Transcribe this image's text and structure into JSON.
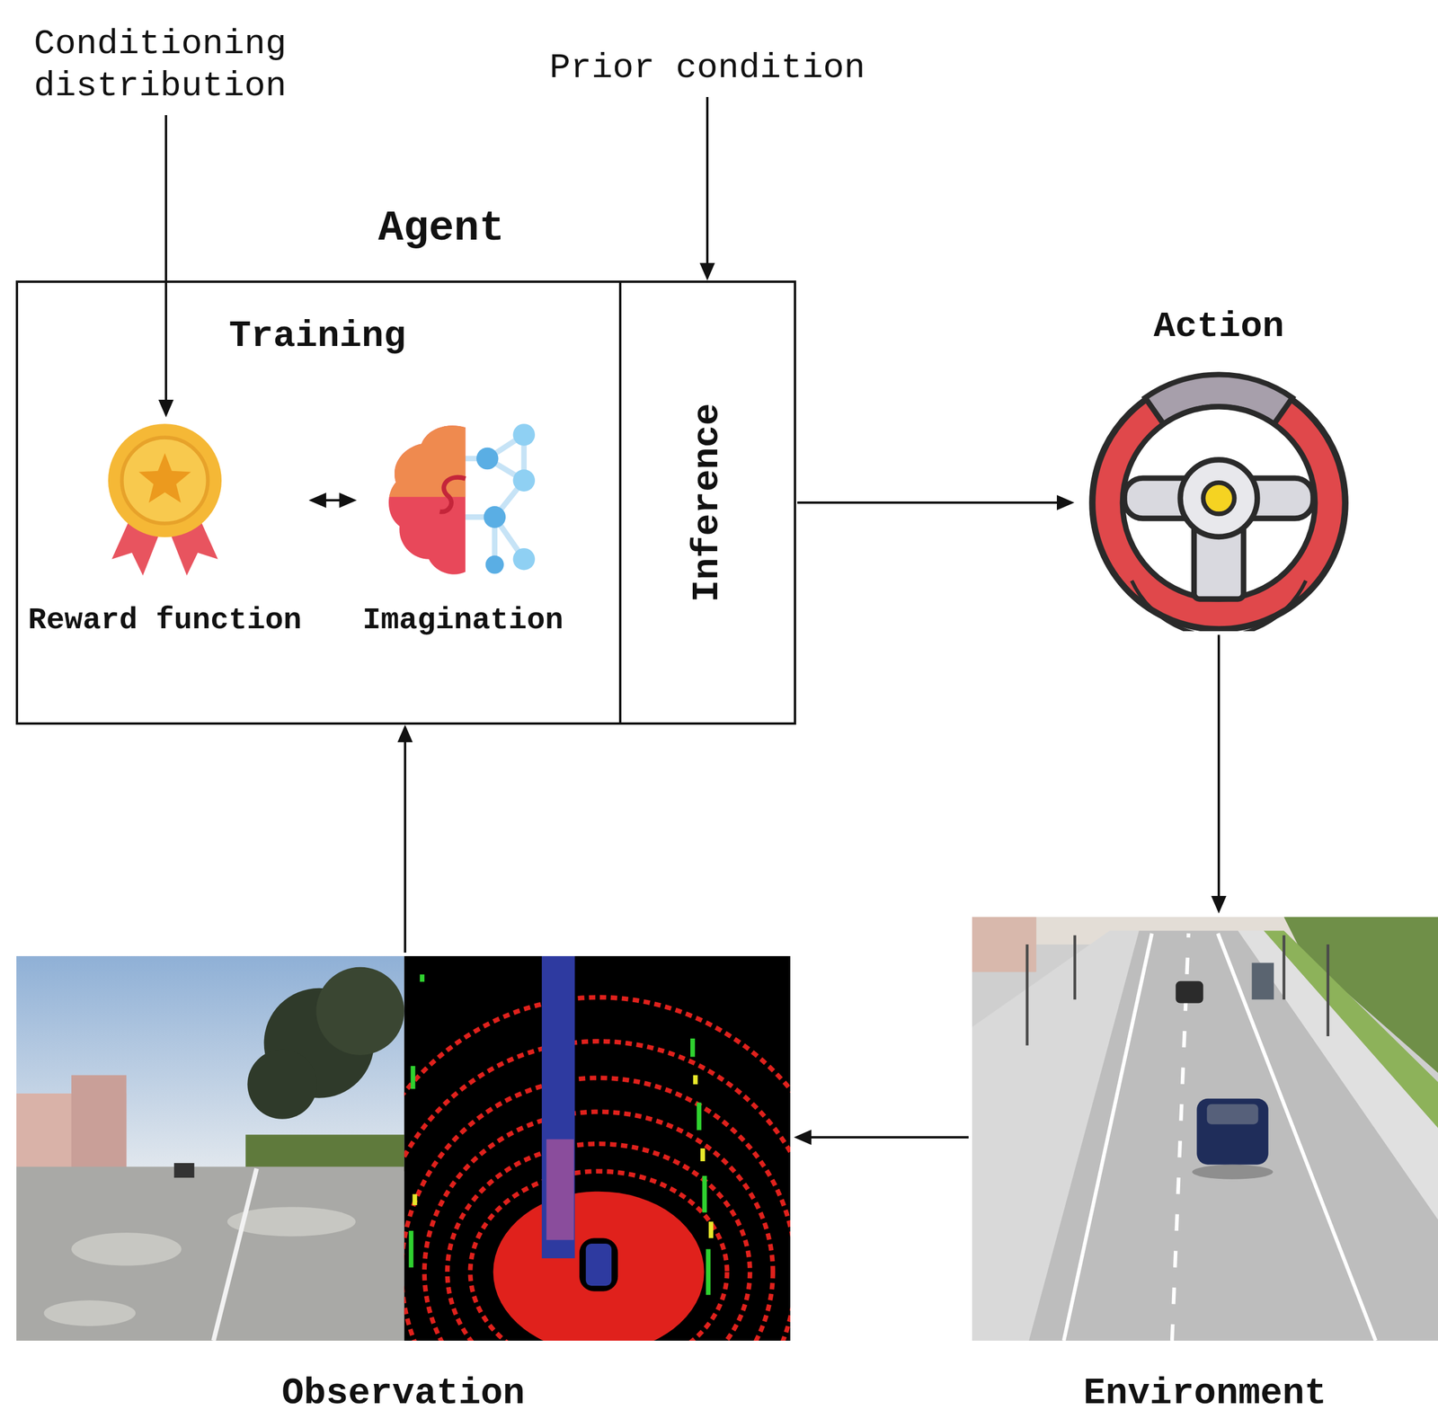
{
  "diagram": {
    "nodes": [
      {
        "text": [
          "Conditioning distribution"
        ]
      },
      {
        "text": [
          "Prior condition"
        ]
      },
      {
        "text": [
          "Agent"
        ]
      },
      {
        "text": [
          "Training"
        ],
        "in": 2
      },
      {
        "text": [
          "Reward function"
        ],
        "in": 3
      },
      {
        "text": [
          "Imagination"
        ],
        "in": 3
      },
      {
        "text": [
          "Inference"
        ],
        "in": 2
      },
      {
        "text": [
          "Action"
        ]
      },
      {
        "text": [
          "Environment"
        ]
      },
      {
        "text": [
          "Observation"
        ]
      }
    ],
    "edges": [
      {
        "from": 0,
        "to": 4,
        "arrow": "to"
      },
      {
        "from": 1,
        "to": 6,
        "arrow": "to"
      },
      {
        "from": 4,
        "to": 5,
        "arrow": "both"
      },
      {
        "from": 6,
        "to": 7,
        "arrow": "to"
      },
      {
        "from": 7,
        "to": 8,
        "arrow": "to"
      },
      {
        "from": 8,
        "to": 9,
        "arrow": "to"
      },
      {
        "from": 9,
        "to": 3,
        "arrow": "to"
      }
    ]
  }
}
